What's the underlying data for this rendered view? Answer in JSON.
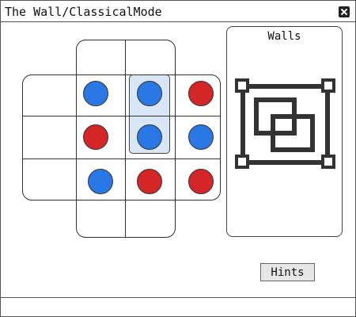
{
  "window": {
    "title": "The Wall/ClassicalMode"
  },
  "walls_panel": {
    "title": "Walls",
    "icon": "walls-icon"
  },
  "hints_button": {
    "label": "Hints"
  },
  "colors": {
    "red": "#d42626",
    "blue": "#2a78e6",
    "selection": "#d8e6f6"
  },
  "board": {
    "rows": [
      [
        "",
        "",
        "",
        ""
      ],
      [
        "",
        "blue",
        "blue",
        "red"
      ],
      [
        "",
        "red",
        "blue",
        "blue"
      ],
      [
        "",
        "blue",
        "red",
        "red"
      ],
      [
        "",
        "",
        "",
        ""
      ]
    ],
    "selected_cells": [
      [
        1,
        2
      ],
      [
        2,
        2
      ]
    ]
  }
}
